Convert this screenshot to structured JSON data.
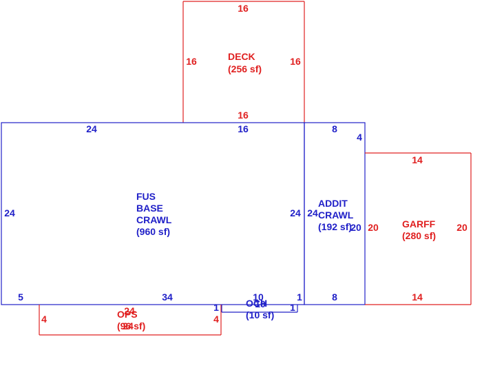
{
  "colors": {
    "red": "#e02020",
    "blue": "#2020c8",
    "background": "#ffffff"
  },
  "deck": {
    "name": "DECK",
    "area": "(256 sf)",
    "dim_top": "16",
    "dim_left": "16",
    "dim_right": "16",
    "dim_bottom": "16"
  },
  "main": {
    "name_line1": "FUS",
    "name_line2": "BASE",
    "name_line3": "CRAWL",
    "area": "(960 sf)",
    "dim_top_left": "24",
    "dim_top_right": "16",
    "dim_left": "24",
    "dim_right": "24",
    "dim_bottom_left": "5",
    "dim_bottom_mid": "34",
    "dim_bottom_right": "1"
  },
  "addit": {
    "name_line1": "ADDIT",
    "name_line2": "CRAWL",
    "area": "(192 sf)",
    "dim_top": "8",
    "dim_right_top": "4",
    "dim_left": "24",
    "dim_right": "20",
    "dim_bottom": "8"
  },
  "garff": {
    "name": "GARFF",
    "area": "(280 sf)",
    "dim_top": "14",
    "dim_left": "20",
    "dim_right": "20",
    "dim_bottom": "14"
  },
  "ops": {
    "name": "OPS",
    "area": "(96 sf)",
    "overlap_a": "24",
    "overlap_b": "24",
    "dim_left": "4",
    "dim_right": "4"
  },
  "och": {
    "name": "OCH",
    "area": "(10 sf)",
    "dim_top": "10",
    "dim_left": "1",
    "dim_right": "1",
    "overlap": "10"
  }
}
